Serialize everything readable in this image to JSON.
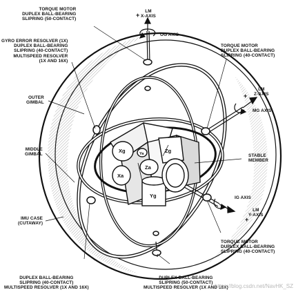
{
  "labels": {
    "torque_motor_top": "TORQUE MOTOR\nDUPLEX BALL-BEARING\nSLIPRING (50-CONTACT)",
    "lm_x_axis": "LM\nX-AXIS",
    "og_axis": "OG AXIS",
    "gyro_error_resolver": "GYRO ERROR RESOLVER (1X)\nDUPLEX BALL-BEARING\nSLIPRING (40-CONTACT)\nMULTISPEED RESOLVER\n(1X AND 16X)",
    "torque_motor_right_upper": "TORQUE MOTOR\nDUPLEX BALL-BEARING\nSLIPRING (40-CONTACT)",
    "lm_z_axis": "LM\nZ-AXIS",
    "mg_axis": "MG AXIS",
    "outer_gimbal": "OUTER\nGIMBAL",
    "middle_gimbal": "MIDDLE\nGIMBAL",
    "stable_member": "STABLE\nMEMBER",
    "ig_axis": "IG AXIS",
    "lm_y_axis": "LM\nY-AXIS",
    "imu_case": "IMU CASE\n(CUTAWAY)",
    "torque_motor_right_lower": "TORQUE MOTOR\nDUPLEX BALL-BEARING\nSLIPRING (40-CONTACT)",
    "duplex_bottom_left": "DUPLEX BALL-BEARING\nSLIPRING (40-CONTACT)\nMULTISPEED RESOLVER (1X AND 16X)",
    "duplex_bottom_center": "DUPLEX BALL-BEARING\nSLIPRING (50-CONTACT)\nMULTISPEED RESOLVER (1X AND 16X)"
  },
  "components": {
    "xg": "Xg",
    "yg": "Yg",
    "zg": "Zg",
    "xa": "Xa",
    "ya": "Ya",
    "za": "Za"
  },
  "axis_signs": {
    "x": "+",
    "z": "+",
    "y": "+"
  },
  "watermark": "https://blog.csdn.net/NavHK_SZ"
}
